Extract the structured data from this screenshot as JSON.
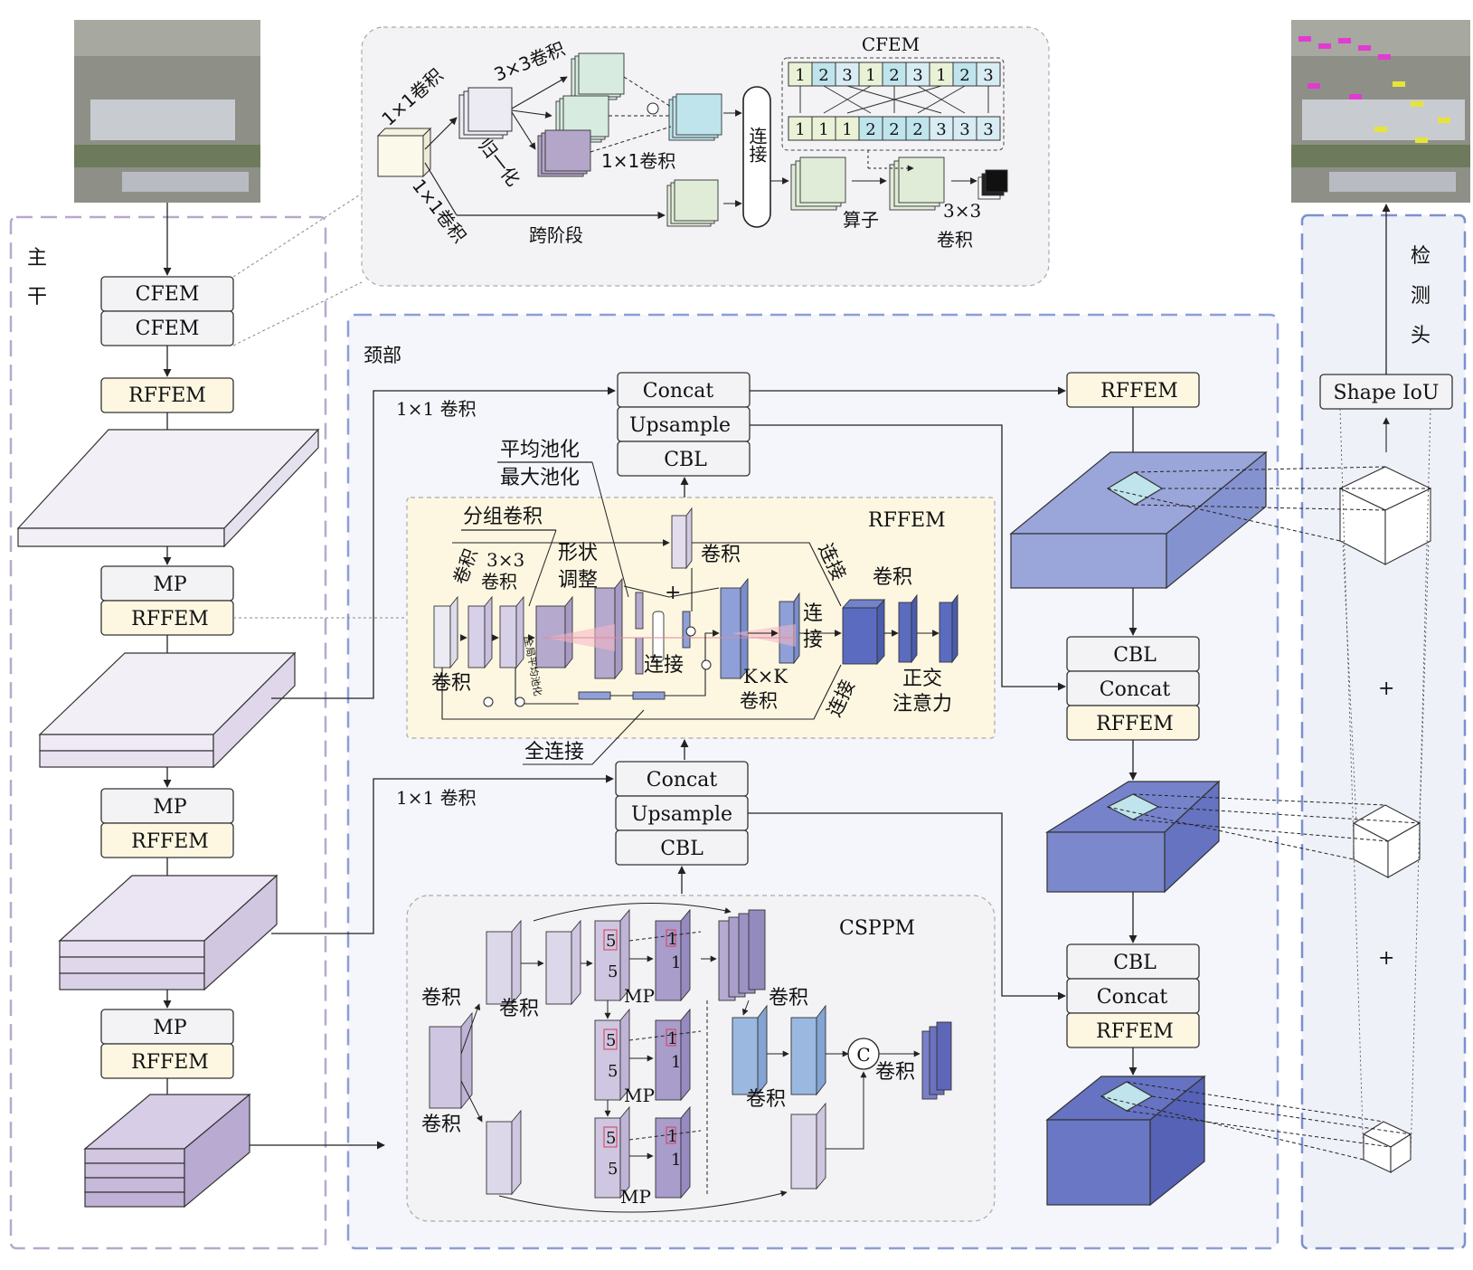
{
  "colors": {
    "yellow_box": "#fdf7e2",
    "gray_box": "#f3f3f5",
    "rffem_panel": "#fdf7e2",
    "cspm_panel": "#f3f3f5",
    "neck_bg": "#f4f6fb",
    "head_bg": "#eef1f8",
    "blue_dark": "#5b6cc0",
    "blue_mid": "#8fa0d8",
    "lavender": "#d8d0e8",
    "cyan": "#bfe4ec",
    "dash_purple": "#b7a8cc",
    "dash_blue": "#8d9ed6"
  },
  "backbone": {
    "section_label_1": "主",
    "section_label_2": "干",
    "blocks": [
      "CFEM",
      "CFEM",
      "RFFEM",
      "MP",
      "RFFEM",
      "MP",
      "RFFEM",
      "MP",
      "RFFEM"
    ]
  },
  "cfem_panel": {
    "title": "CFEM",
    "conv1x1_top": "1×1卷积",
    "conv3x3": "3×3卷积",
    "norm": "归一化",
    "conv1x1_mid": "1×1卷积",
    "conv1x1_bot": "1×1卷积",
    "cross_stage": "跨阶段",
    "concat": "连接",
    "operator": "算子",
    "conv3x3_out_1": "3×3",
    "conv3x3_out_2": "卷积",
    "shuffle_top": [
      "1",
      "2",
      "3",
      "1",
      "2",
      "3",
      "1",
      "2",
      "3"
    ],
    "shuffle_bottom": [
      "1",
      "1",
      "1",
      "2",
      "2",
      "2",
      "3",
      "3",
      "3"
    ]
  },
  "neck": {
    "section_label": "颈部",
    "conv1x1_a": "1×1  卷积",
    "conv1x1_b": "1×1  卷积",
    "top_stack": [
      "Concat",
      "Upsample",
      "CBL"
    ],
    "mid_stack": [
      "Concat",
      "Upsample",
      "CBL"
    ],
    "right_top": "RFFEM",
    "right_mid": [
      "CBL",
      "Concat",
      "RFFEM"
    ],
    "right_bot": [
      "CBL",
      "Concat",
      "RFFEM"
    ]
  },
  "rffem_panel": {
    "title": "RFFEM",
    "avg_pool": "平均池化",
    "max_pool": "最大池化",
    "group_conv": "分组卷积",
    "conv_a": "卷积",
    "conv3x3": "3×3",
    "conv3x3_b": "卷积",
    "reshape_1": "形状",
    "reshape_2": "调整",
    "conv_top": "卷积",
    "concat_1": "连接",
    "conv_right": "卷积",
    "concat_2a": "连",
    "concat_2b": "接",
    "conv_b": "卷积",
    "gap": "全局平均池化",
    "concat_3": "连接",
    "kxk_1": "K×K",
    "kxk_2": "卷积",
    "concat_4": "连接",
    "ortho_1": "正交",
    "ortho_2": "注意力",
    "plus": "+",
    "fc": "全连接"
  },
  "cspm_panel": {
    "title": "CSPPM",
    "conv_1": "卷积",
    "conv_2": "卷积",
    "conv_3": "卷积",
    "conv_4": "卷积",
    "conv_5": "卷积",
    "conv_6": "卷积",
    "mp_1": "MP",
    "mp_2": "MP",
    "mp_3": "MP",
    "five": "5",
    "one": "1",
    "concat_c": "C"
  },
  "head": {
    "label_1": "检",
    "label_2": "测",
    "label_3": "头",
    "loss_box": "Shape IoU",
    "plus": "+"
  }
}
